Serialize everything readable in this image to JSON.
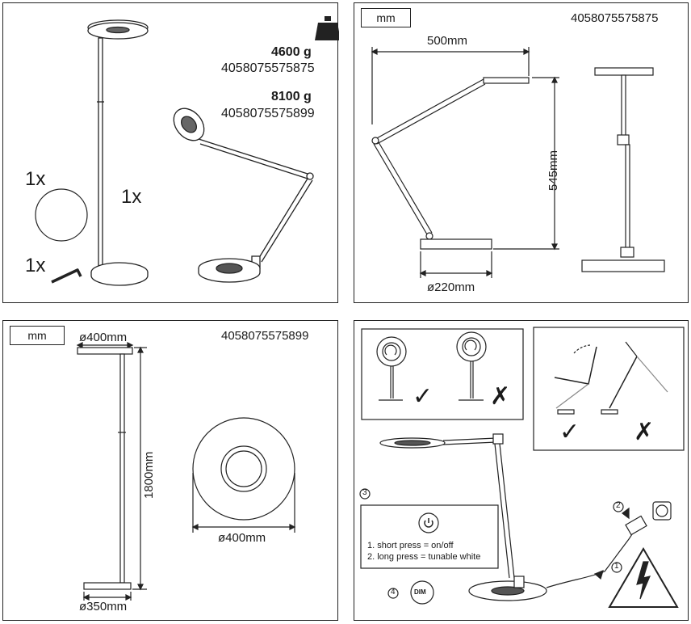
{
  "panel1": {
    "weight_1": "4600 g",
    "code_1": "4058075575875",
    "weight_2": "8100 g",
    "code_2": "4058075575899",
    "qty_disc": "1x",
    "qty_lamp": "1x",
    "qty_key": "1x"
  },
  "panel2": {
    "unit": "mm",
    "code": "4058075575875",
    "width": "500mm",
    "height": "545mm",
    "base": "ø220mm"
  },
  "panel3": {
    "unit": "mm",
    "code": "4058075575899",
    "head": "ø400mm",
    "height": "1800mm",
    "base": "ø350mm",
    "head_plan": "ø400mm"
  },
  "panel4": {
    "step_3": "3",
    "step_2": "2",
    "step_1": "1",
    "step_4": "4",
    "instruction_1": "1. short press = on/off",
    "instruction_2": "2. long press = tunable white",
    "dim_label": "DIM",
    "ok_mark": "✓",
    "no_mark": "✗"
  }
}
